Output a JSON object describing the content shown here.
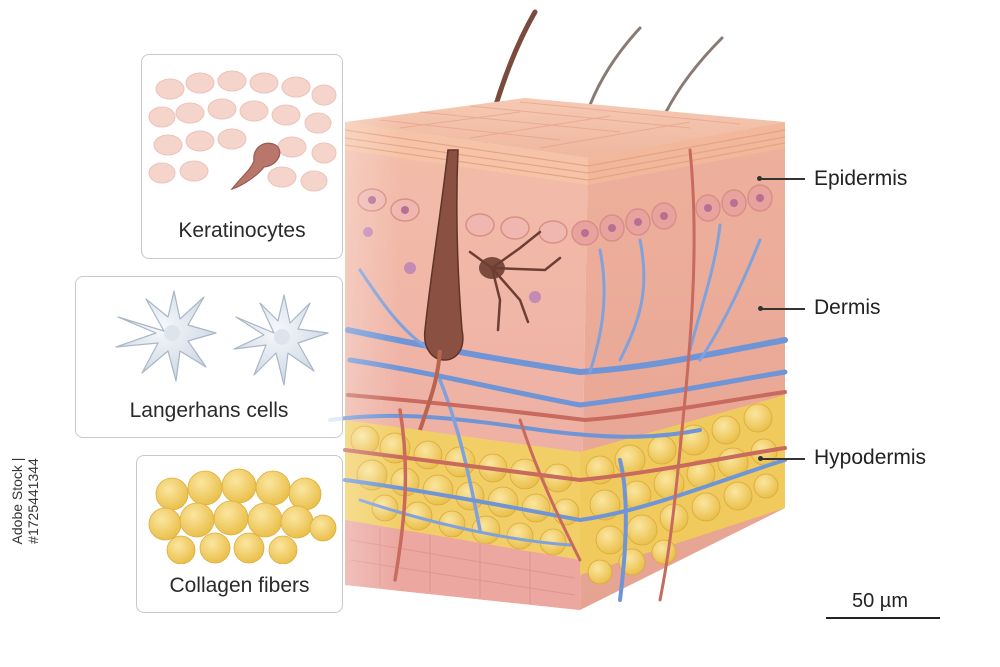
{
  "layers": {
    "epidermis": "Epidermis",
    "dermis": "Dermis",
    "hypodermis": "Hypodermis"
  },
  "cards": {
    "keratinocytes": "Keratinocytes",
    "langerhans": "Langerhans cells",
    "collagen": "Collagen fibers"
  },
  "scale_bar": "50 µm",
  "stock_id": "Adobe Stock | #1725441344",
  "colors": {
    "epidermis": "#f2b9a6",
    "dermis": "#f0b3a8",
    "hypodermis": "#f1c957",
    "vessel_blue": "#6f95d6",
    "vessel_red": "#c86a5e",
    "hair": "#7a4a3c"
  }
}
